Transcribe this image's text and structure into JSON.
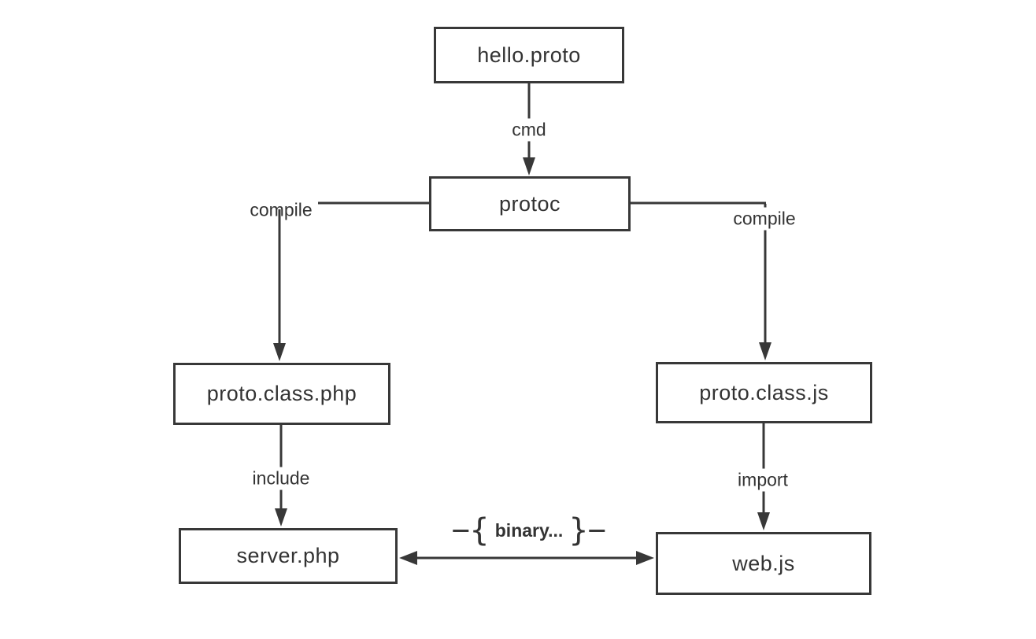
{
  "diagram": {
    "nodes": [
      {
        "id": "hello-proto",
        "label": "hello.proto"
      },
      {
        "id": "protoc",
        "label": "protoc"
      },
      {
        "id": "proto-class-php",
        "label": "proto.class.php"
      },
      {
        "id": "proto-class-js",
        "label": "proto.class.js"
      },
      {
        "id": "server-php",
        "label": "server.php"
      },
      {
        "id": "web-js",
        "label": "web.js"
      }
    ],
    "edges": [
      {
        "from": "hello.proto",
        "to": "protoc",
        "label": "cmd"
      },
      {
        "from": "protoc",
        "to": "proto.class.php",
        "label": "compile"
      },
      {
        "from": "protoc",
        "to": "proto.class.js",
        "label": "compile"
      },
      {
        "from": "proto.class.php",
        "to": "server.php",
        "label": "include"
      },
      {
        "from": "proto.class.js",
        "to": "web.js",
        "label": "import"
      },
      {
        "from": "server.php",
        "to": "web.js",
        "label": "binary...",
        "bidirectional": true,
        "open_brace": "{",
        "close_brace": "}"
      }
    ],
    "colors": {
      "stroke": "#383838",
      "text": "#333333",
      "background": "#ffffff"
    }
  }
}
